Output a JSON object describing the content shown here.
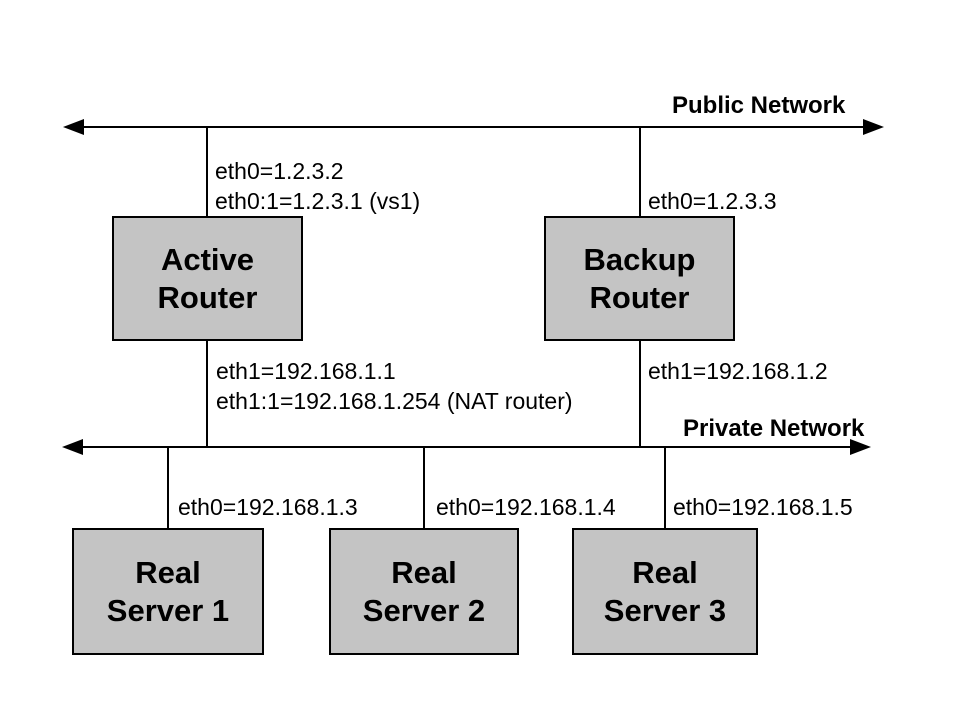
{
  "public_network": {
    "label": "Public Network"
  },
  "private_network": {
    "label": "Private Network"
  },
  "active_router": {
    "name_line1": "Active",
    "name_line2": "Router",
    "public_interfaces": [
      "eth0=1.2.3.2",
      "eth0:1=1.2.3.1 (vs1)"
    ],
    "private_interfaces": [
      "eth1=192.168.1.1",
      "eth1:1=192.168.1.254 (NAT router)"
    ]
  },
  "backup_router": {
    "name_line1": "Backup",
    "name_line2": "Router",
    "public_interfaces": [
      "eth0=1.2.3.3"
    ],
    "private_interfaces": [
      "eth1=192.168.1.2"
    ]
  },
  "real_servers": [
    {
      "name_line1": "Real",
      "name_line2": "Server 1",
      "interface": "eth0=192.168.1.3"
    },
    {
      "name_line1": "Real",
      "name_line2": "Server 2",
      "interface": "eth0=192.168.1.4"
    },
    {
      "name_line1": "Real",
      "name_line2": "Server 3",
      "interface": "eth0=192.168.1.5"
    }
  ],
  "colors": {
    "box_fill": "#c4c4c4",
    "box_border": "#000000",
    "line": "#000000",
    "text": "#000000",
    "background": "#ffffff"
  }
}
